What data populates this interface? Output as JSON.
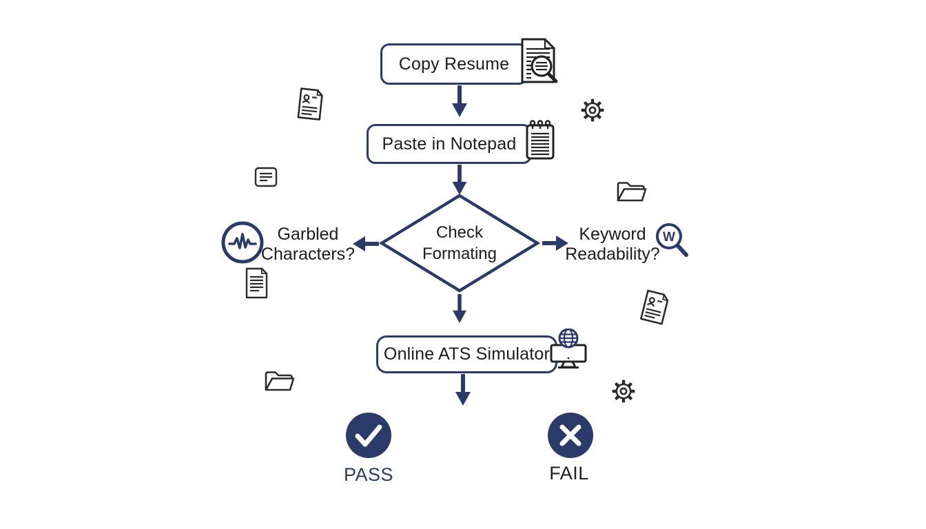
{
  "flow": {
    "copy_resume": "Copy Resume",
    "paste_notepad": "Paste in Notepad",
    "check_line1": "Check",
    "check_line2": "Formating",
    "garbled_line1": "Garbled",
    "garbled_line2": "Characters?",
    "keyword_line1": "Keyword",
    "keyword_line2": "Readability?",
    "ats_simulator": "Online ATS Simulator",
    "pass": "PASS",
    "fail": "FAIL",
    "w_glyph": "W"
  },
  "colors": {
    "navy": "#2a3b69",
    "text_dark": "#1c1c1c",
    "icon_stroke": "#2b2b2b"
  },
  "icons": {
    "node_icons": [
      "document-magnifier-icon",
      "notepad-icon",
      "waveform-circle-icon",
      "magnifier-w-icon",
      "globe-monitor-icon",
      "check-circle-icon",
      "x-circle-icon"
    ],
    "decorative_icons": [
      "resume-icon",
      "gear-icon",
      "note-icon",
      "folder-icon",
      "document-icon",
      "resume-icon",
      "folder-icon",
      "gear-icon"
    ]
  }
}
